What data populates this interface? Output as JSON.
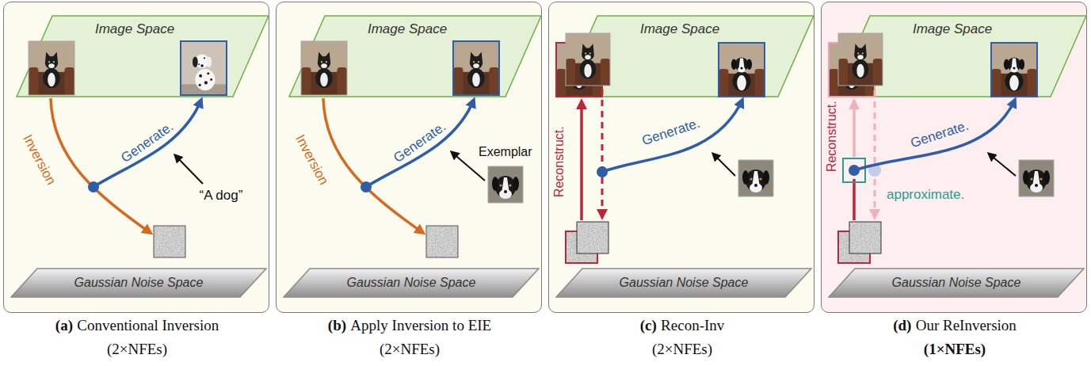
{
  "diagram": {
    "nodes": [
      {
        "text": [
          "(a)",
          "Conventional Inversion",
          "(2×NFEs)"
        ]
      },
      {
        "text": [
          "Image Space"
        ],
        "in": 0
      },
      {
        "text": [
          "Gaussian Noise Space"
        ],
        "in": 0
      },
      {
        "text": [
          "(b)",
          "Apply Inversion to EIE",
          "(2×NFEs)"
        ]
      },
      {
        "text": [
          "Image Space"
        ],
        "in": 3
      },
      {
        "text": [
          "Gaussian Noise Space"
        ],
        "in": 3
      },
      {
        "text": [
          "(c)",
          "Recon-Inv",
          "(2×NFEs)"
        ]
      },
      {
        "text": [
          "Image Space"
        ],
        "in": 6
      },
      {
        "text": [
          "Gaussian Noise Space"
        ],
        "in": 6
      },
      {
        "text": [
          "(d)",
          "Our ReInversion",
          "(1×NFEs)"
        ]
      },
      {
        "text": [
          "Image Space"
        ],
        "in": 9
      },
      {
        "text": [
          "Gaussian Noise Space"
        ],
        "in": 9
      }
    ],
    "labels": [
      "Inversion",
      "Generate.",
      "“A dog”",
      "Inversion",
      "Generate.",
      "Exemplar",
      "Reconstruct.",
      "Generate.",
      "Reconstruct.",
      "Generate.",
      "approximate."
    ]
  }
}
